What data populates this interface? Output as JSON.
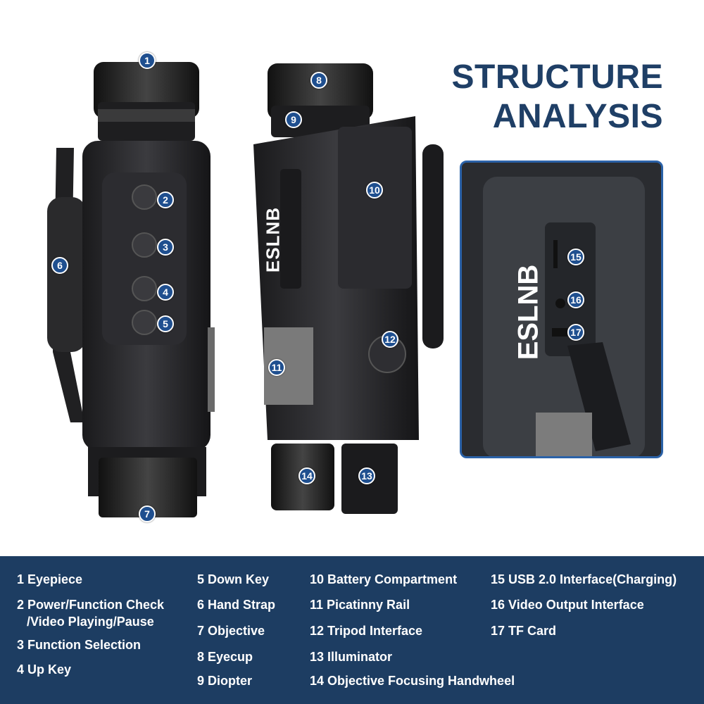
{
  "title": {
    "line1": "STRUCTURE",
    "line2": "ANALYSIS"
  },
  "brand": {
    "logo_text": "ESLNB"
  },
  "markers": [
    "1",
    "2",
    "3",
    "4",
    "5",
    "6",
    "7",
    "8",
    "9",
    "10",
    "11",
    "12",
    "13",
    "14",
    "15",
    "16",
    "17"
  ],
  "legend": {
    "col1": [
      "1 Eyepiece",
      "2 Power/Function Check",
      "/Video Playing/Pause",
      "3 Function Selection",
      "4 Up Key"
    ],
    "col2": [
      "5 Down Key",
      "6 Hand Strap",
      "7 Objective",
      "8 Eyecup",
      "9 Diopter"
    ],
    "col3": [
      "10 Battery Compartment",
      "11 Picatinny Rail",
      "12 Tripod Interface",
      "13 Illuminator",
      "14 Objective Focusing Handwheel"
    ],
    "col4": [
      "15 USB 2.0 Interface(Charging)",
      "16 Video Output Interface",
      "17 TF Card"
    ]
  },
  "colors": {
    "accent": "#1f3f66",
    "legend_bg": "#1d3d62",
    "marker": "#1f4f8f",
    "inset_border": "#2b62a8"
  }
}
